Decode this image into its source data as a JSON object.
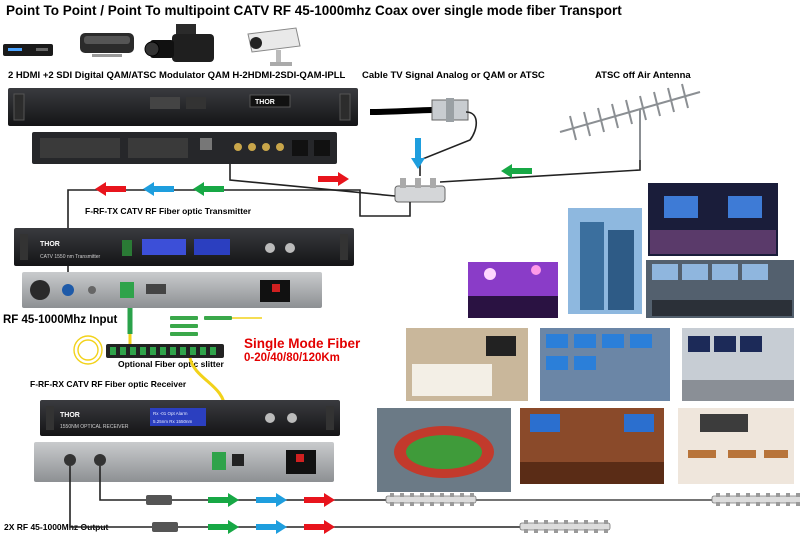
{
  "title": "Point To Point / Point To multipoint CATV RF 45-1000mhz Coax over single mode fiber Transport",
  "labels": {
    "modulator": "2  HDMI +2 SDI Digital QAM/ATSC Modulator QAM H-2HDMI-2SDI-QAM-IPLL",
    "cable_tv": "Cable TV Signal Analog or QAM or ATSC",
    "atsc_antenna": "ATSC off Air  Antenna",
    "transmitter": "F-RF-TX CATV RF Fiber optic Transmitter",
    "rf_input": "RF 45-1000Mhz Input",
    "single_mode_fiber": "Single Mode Fiber",
    "fiber_distances": "0-20/40/80/120Km",
    "splitter": "Optional Fiber optic slitter",
    "receiver": "F-RF-RX CATV RF Fiber optic Receiver",
    "rf_output": "2X RF 45-1000Mhz Output"
  },
  "device_text": {
    "thor_logo": "THOR",
    "tx_front_label": "CATV 1550 nm  Transmitter",
    "rx_front_label": "1550NM OPTICAL RECEIVER",
    "rx_display_line1": "Rx  -01 Opt Alarm",
    "rx_display_line2": "5.25nm Rx  1550nm"
  },
  "colors": {
    "arrow_red": "#e8141c",
    "arrow_blue": "#1e9ede",
    "arrow_green": "#17a845",
    "fiber_yellow": "#f2d21a",
    "smf_text": "#e30000",
    "rack_dark": "#1b1b1d",
    "chassis_gray": "#9ea1a4"
  },
  "icons": [
    "tv-box-icon",
    "hd-player-icon",
    "broadcast-camera-icon",
    "security-camera-icon",
    "yagi-antenna-icon",
    "coax-connector-icon",
    "rf-splitter-icon",
    "stadium-photo",
    "concert-photo",
    "office-tower-photo",
    "church-screen-photo",
    "control-room-photo",
    "hotel-room-photo",
    "tv-store-photo",
    "airport-display-photo",
    "sports-bar-photo",
    "classroom-photo"
  ]
}
